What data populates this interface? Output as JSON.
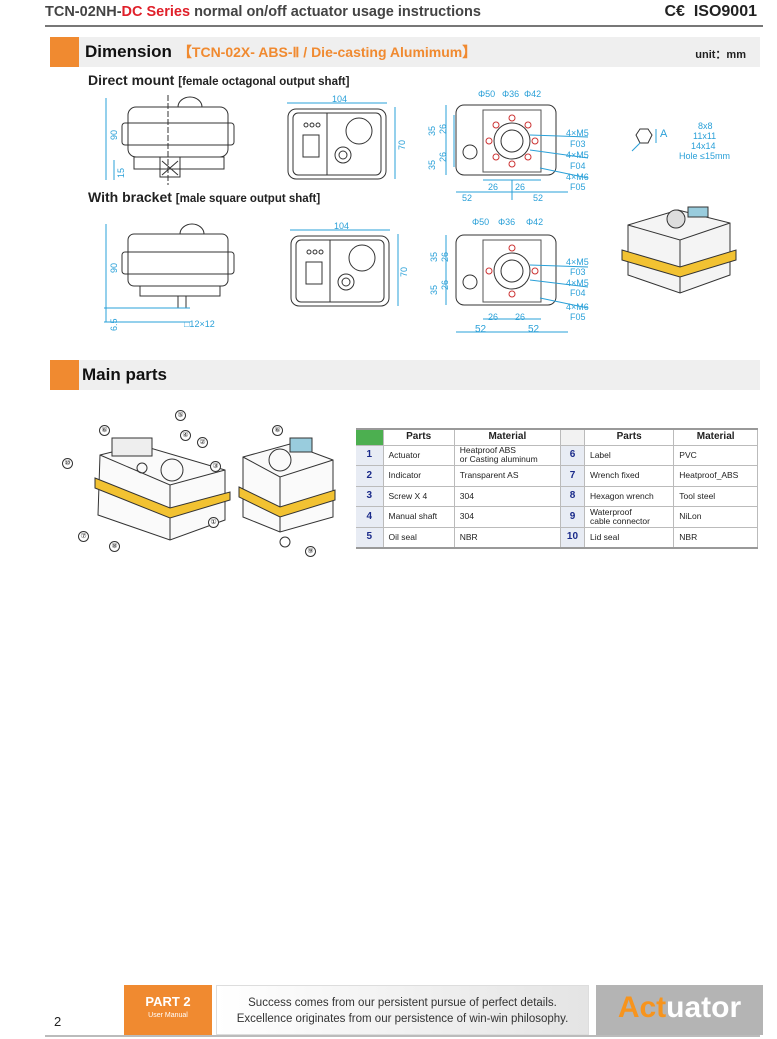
{
  "header": {
    "title_prefix": "TCN-02NH-",
    "title_red": "DC Series",
    "title_suffix": " normal on/off actuator usage instructions",
    "ce": "C€",
    "iso": "ISO9001"
  },
  "dimension": {
    "title": "Dimension",
    "subtitle": "【TCN-02X- ABS-Ⅱ / Die-casting Alumimum】",
    "unit": "unit：mm"
  },
  "direct_mount": {
    "title": "Direct mount",
    "note": "[female octagonal output shaft]"
  },
  "with_bracket": {
    "title": "With bracket",
    "note": "[male square output shaft]"
  },
  "dims": {
    "h90": "90",
    "h15": "15",
    "w104": "104",
    "h70": "70",
    "h6_5": "6.5",
    "sq12": "□12×12",
    "phi50": "Φ50",
    "phi36": "Φ36",
    "phi42": "Φ42",
    "v35": "35",
    "v26": "26",
    "m5a": "4×M5",
    "f03": "F03",
    "m5b": "4×M5",
    "f04": "F04",
    "m6": "4×M6",
    "f05": "F05",
    "b26": "26",
    "b52": "52",
    "hex_a": "A",
    "sizes": [
      "8x8",
      "11x11",
      "14x14"
    ],
    "hole": "Hole ≤15mm"
  },
  "main_parts": {
    "title": "Main parts"
  },
  "callouts": [
    "①",
    "②",
    "③",
    "④",
    "⑤",
    "⑥",
    "⑦",
    "⑧",
    "⑨",
    "⑩"
  ],
  "table": {
    "headers": [
      "Parts",
      "Material",
      "Parts",
      "Material"
    ],
    "rows": [
      {
        "n1": "1",
        "p1": "Actuator",
        "m1": "Heatproof ABS\nor  Casting aluminum",
        "n2": "6",
        "p2": "Label",
        "m2": "PVC"
      },
      {
        "n1": "2",
        "p1": "Indicator",
        "m1": "Transparent AS",
        "n2": "7",
        "p2": "Wrench fixed",
        "m2": "Heatproof_ABS"
      },
      {
        "n1": "3",
        "p1": "Screw X 4",
        "m1": "304",
        "n2": "8",
        "p2": "Hexagon wrench",
        "m2": "Tool steel"
      },
      {
        "n1": "4",
        "p1": "Manual shaft",
        "m1": "304",
        "n2": "9",
        "p2": "Waterproof\ncable connector",
        "m2": "NiLon"
      },
      {
        "n1": "5",
        "p1": "Oil seal",
        "m1": "NBR",
        "n2": "10",
        "p2": "Lid seal",
        "m2": "NBR"
      }
    ]
  },
  "footer": {
    "page": "2",
    "part": "PART 2",
    "part_sub": "User Manual",
    "slogan1": "Success comes from our persistent pursue of perfect details.",
    "slogan2": "Excellence originates from our persistence of win-win philosophy.",
    "brand_a": "Act",
    "brand_b": "uator"
  }
}
